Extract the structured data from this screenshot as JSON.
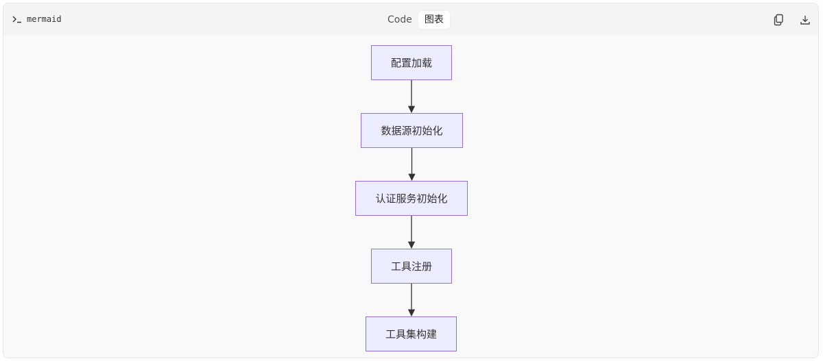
{
  "header": {
    "language_label": "mermaid",
    "tabs": [
      {
        "label": "Code",
        "active": false
      },
      {
        "label": "图表",
        "active": true
      }
    ],
    "actions": {
      "copy_icon": "copy-icon",
      "download_icon": "download-icon"
    }
  },
  "flowchart": {
    "direction": "TD",
    "nodes": [
      {
        "id": "n1",
        "label": "配置加载"
      },
      {
        "id": "n2",
        "label": "数据源初始化"
      },
      {
        "id": "n3",
        "label": "认证服务初始化"
      },
      {
        "id": "n4",
        "label": "工具注册"
      },
      {
        "id": "n5",
        "label": "工具集构建"
      }
    ],
    "edges": [
      {
        "from": "n1",
        "to": "n2"
      },
      {
        "from": "n2",
        "to": "n3"
      },
      {
        "from": "n3",
        "to": "n4"
      },
      {
        "from": "n4",
        "to": "n5"
      }
    ]
  },
  "colors": {
    "node_fill": "#ececff",
    "node_border": "#9370db",
    "edge": "#333333",
    "canvas_bg": "#f9f9f9"
  }
}
